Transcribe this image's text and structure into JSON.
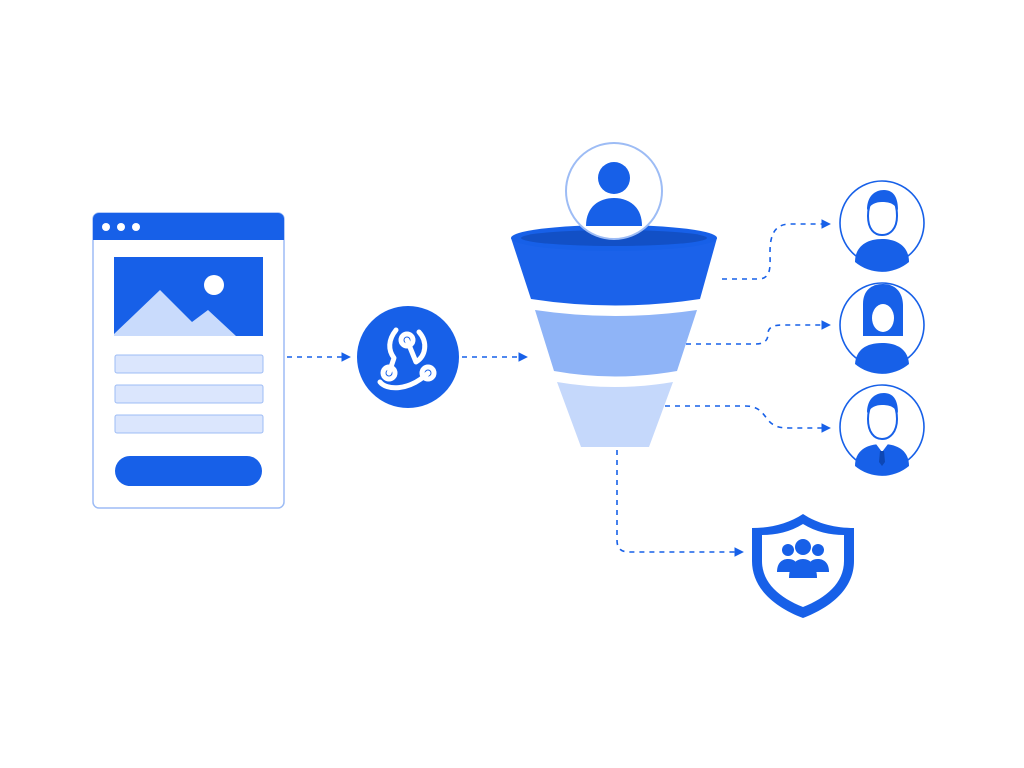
{
  "diagram": {
    "type": "flow",
    "nodes": [
      {
        "id": "form",
        "kind": "web-form",
        "icon": "browser-form-icon"
      },
      {
        "id": "webhook",
        "kind": "webhook",
        "icon": "webhook-icon"
      },
      {
        "id": "funnel",
        "kind": "funnel",
        "icon": "funnel-icon",
        "stages": 3,
        "top_icon": "user-icon"
      },
      {
        "id": "person-1",
        "kind": "recipient",
        "icon": "man-avatar-icon"
      },
      {
        "id": "person-2",
        "kind": "recipient",
        "icon": "woman-avatar-icon"
      },
      {
        "id": "person-3",
        "kind": "recipient",
        "icon": "businessman-avatar-icon"
      },
      {
        "id": "team",
        "kind": "protected-group",
        "icon": "shield-team-icon"
      }
    ],
    "edges": [
      {
        "from": "form",
        "to": "webhook",
        "style": "dashed-arrow"
      },
      {
        "from": "webhook",
        "to": "funnel",
        "style": "dashed-arrow"
      },
      {
        "from": "funnel",
        "to": "person-1",
        "style": "dashed-arrow"
      },
      {
        "from": "funnel",
        "to": "person-2",
        "style": "dashed-arrow"
      },
      {
        "from": "funnel",
        "to": "person-3",
        "style": "dashed-arrow"
      },
      {
        "from": "funnel",
        "to": "team",
        "style": "dashed-arrow"
      }
    ]
  },
  "colors": {
    "primary": "#1760e8",
    "funnel_top": "#1b62ea",
    "funnel_mid": "#8fb4f7",
    "funnel_bottom": "#c5d8fb",
    "light_fill": "#dbe6fd",
    "outline": "#9dbcf5",
    "background": "#ffffff"
  }
}
